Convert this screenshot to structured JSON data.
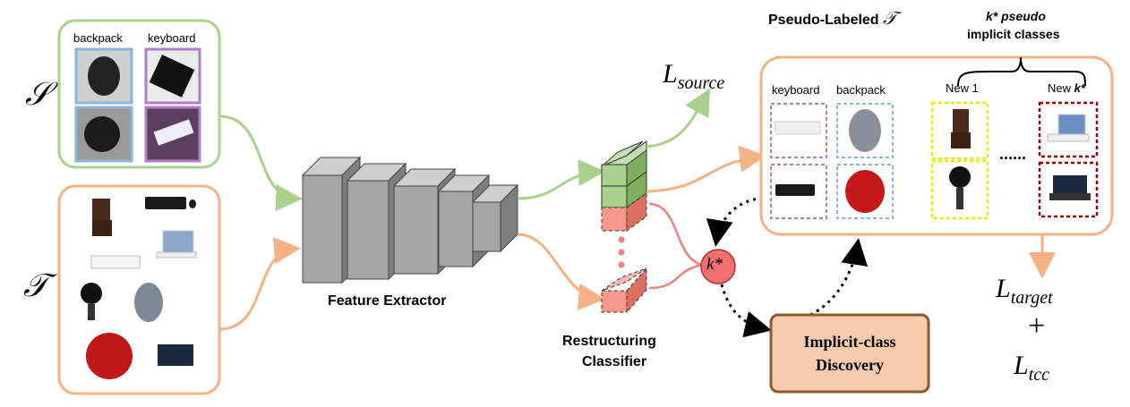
{
  "domain_symbols": {
    "source": "𝒮",
    "target": "𝒯"
  },
  "source_panel": {
    "labels": [
      "backpack",
      "keyboard"
    ]
  },
  "feature_extractor": {
    "label": "Feature Extractor"
  },
  "classifier": {
    "label_line1": "Restructuring",
    "label_line2": "Classifier"
  },
  "k_star": {
    "text": "k*"
  },
  "implicit_box": {
    "line1": "Implicit-class",
    "line2": "Discovery"
  },
  "pseudo_labeled": {
    "title_prefix": "Pseudo-Labeled",
    "title_symbol": "𝒯",
    "brace_line1": "k* pseudo",
    "brace_line2": "implicit  classes",
    "col_keyboard": "keyboard",
    "col_backpack": "backpack",
    "col_new1": "New 1",
    "col_newk_prefix": "New ",
    "col_newk_suffix": "k*",
    "dots": "......"
  },
  "losses": {
    "source_main": "L",
    "source_sub": "source",
    "target_main": "L",
    "target_sub": "target",
    "plus": "+",
    "tcc_main": "L",
    "tcc_sub": "tcc"
  },
  "colors": {
    "green": "#a9d18e",
    "orange": "#f4b183",
    "salmon": "#f08080",
    "purple_dash": "#b07cc6",
    "blue_dash": "#8ab4d8",
    "yellow_dash": "#f2e600",
    "red_dash": "#a00000",
    "box_fill": "#f8cbad",
    "box_border": "#8b5a2b",
    "green_block": "#a9d18e",
    "salmon_block": "#f4998a"
  }
}
